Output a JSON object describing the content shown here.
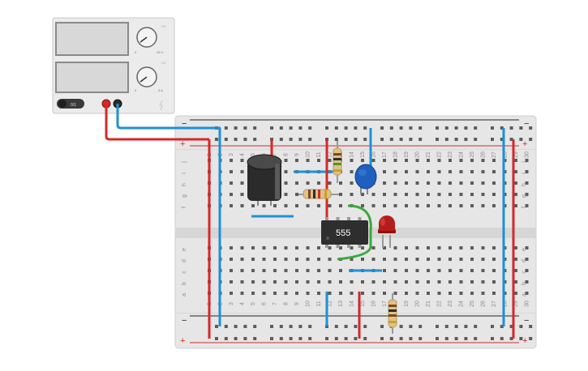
{
  "power_supply": {
    "button_label": "0/1",
    "dial_top_min": "0",
    "dial_top_max": "25 V",
    "dial_bottom_min": "0",
    "dial_bottom_max": "5 A",
    "dial_top_tag": "CV",
    "dial_bottom_tag": "CC"
  },
  "breadboard": {
    "rail_minus": "−",
    "rail_plus": "+",
    "row_letters_top": [
      "j",
      "i",
      "h",
      "g",
      "f"
    ],
    "row_letters_bottom": [
      "e",
      "d",
      "c",
      "b",
      "a"
    ],
    "columns": [
      "1",
      "2",
      "3",
      "4",
      "5",
      "6",
      "7",
      "8",
      "9",
      "10",
      "11",
      "12",
      "13",
      "14",
      "15",
      "16",
      "17",
      "18",
      "19",
      "20",
      "21",
      "22",
      "23",
      "24",
      "25",
      "26",
      "27",
      "28",
      "29",
      "30"
    ]
  },
  "chip": {
    "label": "555"
  },
  "colors": {
    "wire_red": "#d62828",
    "wire_blue": "#1e90d6",
    "wire_green": "#3aa83a",
    "board": "#e6e6e6",
    "led": "#b51c1c",
    "capacitor_ceramic": "#1f5fbf",
    "capacitor_electrolytic": "#2b2b2b",
    "chip_body": "#2e2e2e"
  }
}
